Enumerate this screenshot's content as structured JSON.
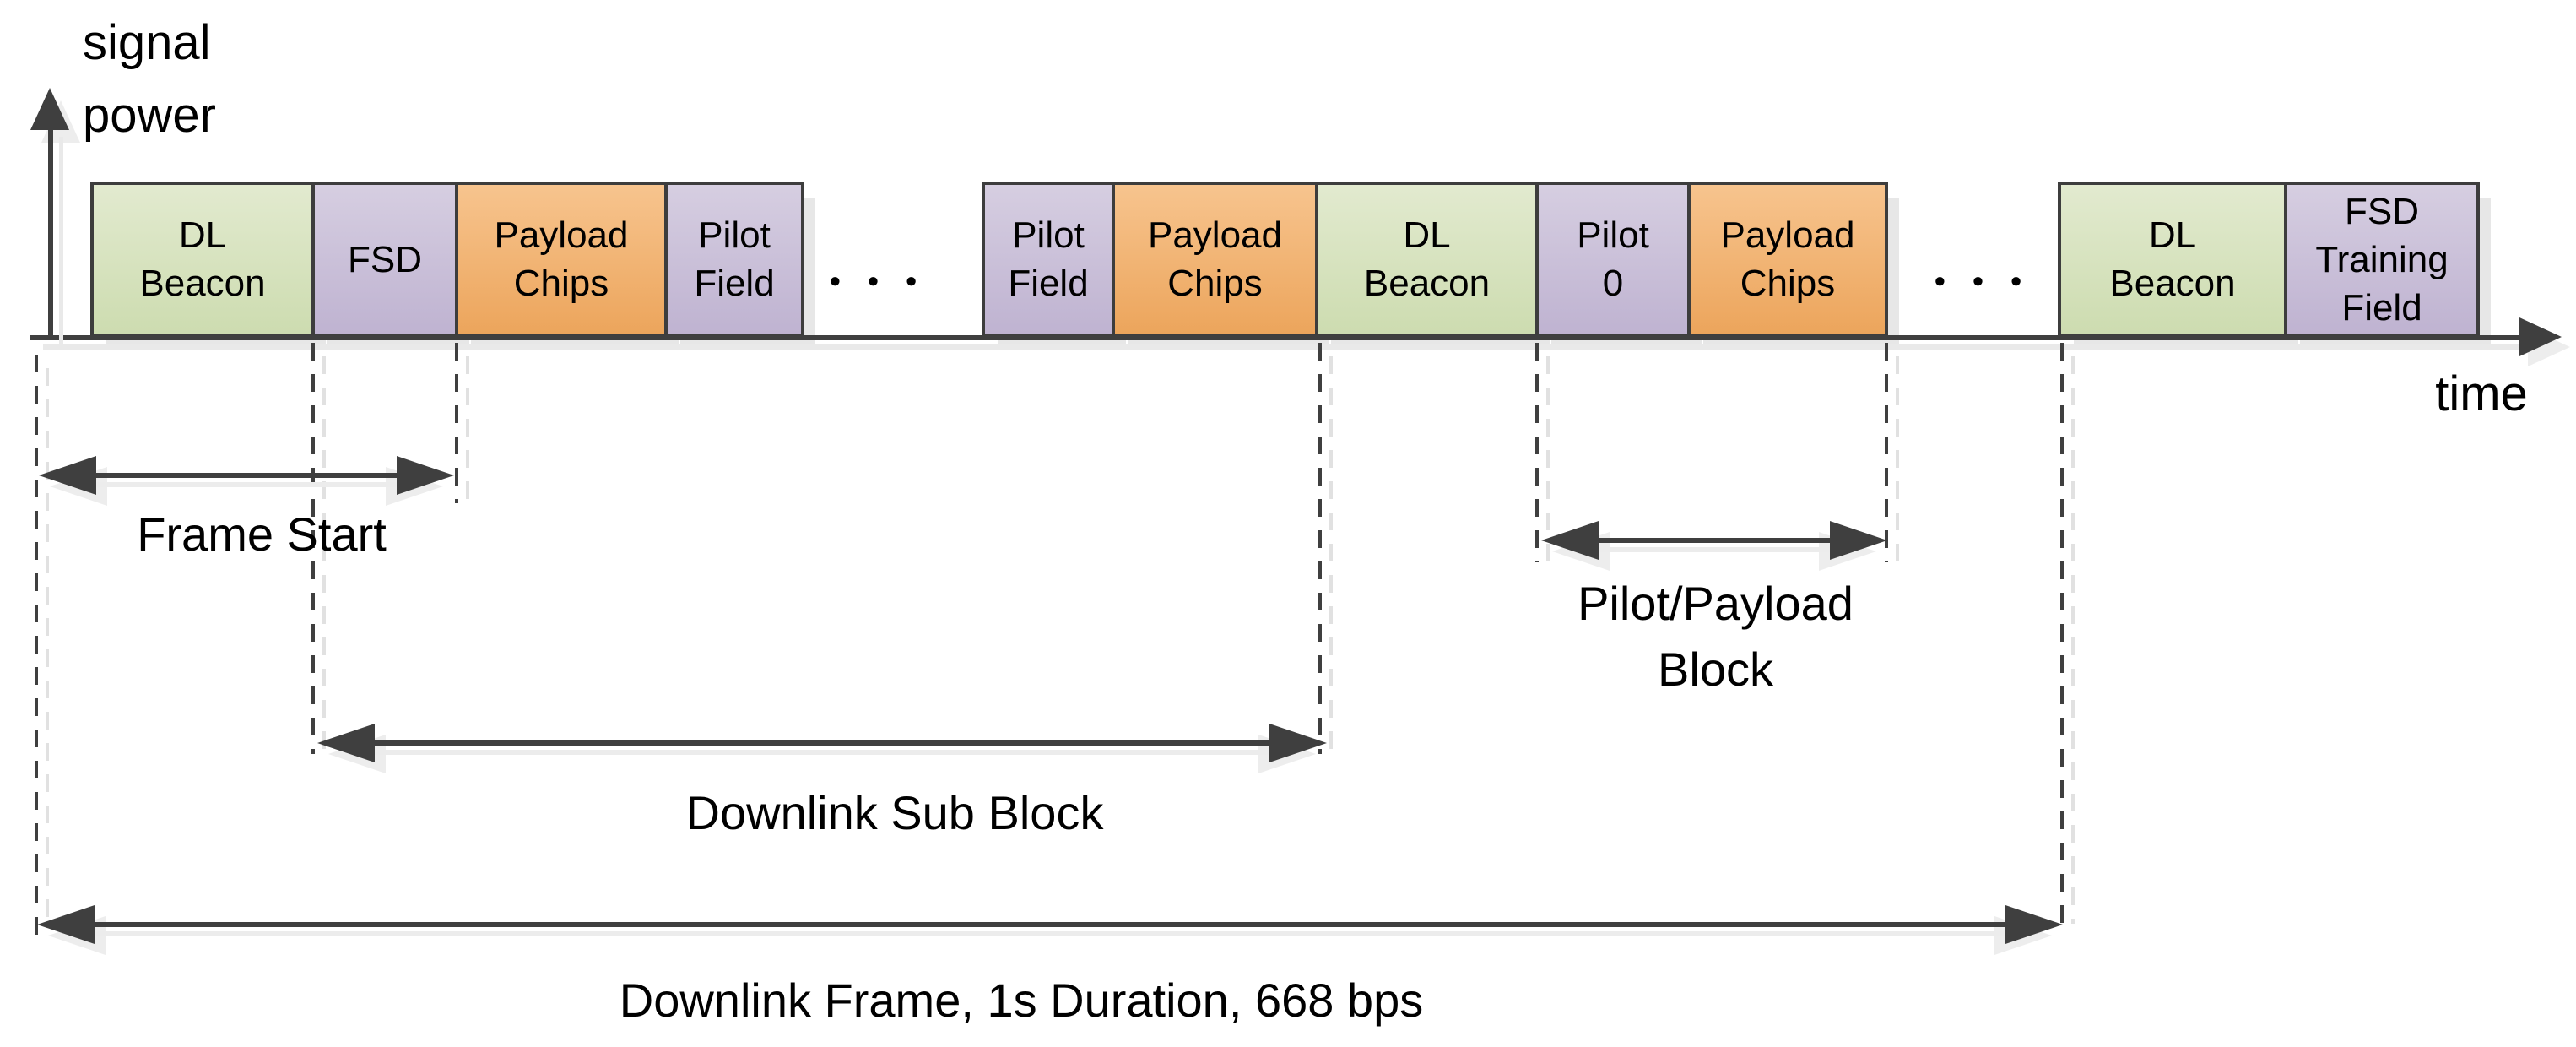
{
  "figure": {
    "y_axis_label": "signal\npower",
    "x_axis_label": "time",
    "ellipsis_left": "● ● ●",
    "ellipsis_right": "● ● ●"
  },
  "blocks": [
    {
      "label": "DL\nBeacon",
      "color": "green"
    },
    {
      "label": "FSD",
      "color": "purple"
    },
    {
      "label": "Payload\nChips",
      "color": "orange"
    },
    {
      "label": "Pilot\nField",
      "color": "purple"
    },
    {
      "label": "Pilot\nField",
      "color": "purple"
    },
    {
      "label": "Payload\nChips",
      "color": "orange"
    },
    {
      "label": "DL\nBeacon",
      "color": "green"
    },
    {
      "label": "Pilot\n0",
      "color": "purple"
    },
    {
      "label": "Payload\nChips",
      "color": "orange"
    },
    {
      "label": "DL\nBeacon",
      "color": "green"
    },
    {
      "label": "FSD\nTraining\nField",
      "color": "purple"
    }
  ],
  "annotations": {
    "frame_start": "Frame Start",
    "downlink_sub_block": "Downlink Sub Block",
    "pilot_payload_block": "Pilot/Payload\nBlock",
    "downlink_frame": "Downlink Frame, 1s Duration, 668 bps"
  },
  "colors": {
    "block_green": "#d6e3bc",
    "block_purple": "#ccc1d9",
    "block_orange": "#f3b071",
    "block_border": "#3d3d3d",
    "line_dark": "#3f3f3f",
    "shadow_light": "#e7e7e7",
    "text": "#000000"
  }
}
